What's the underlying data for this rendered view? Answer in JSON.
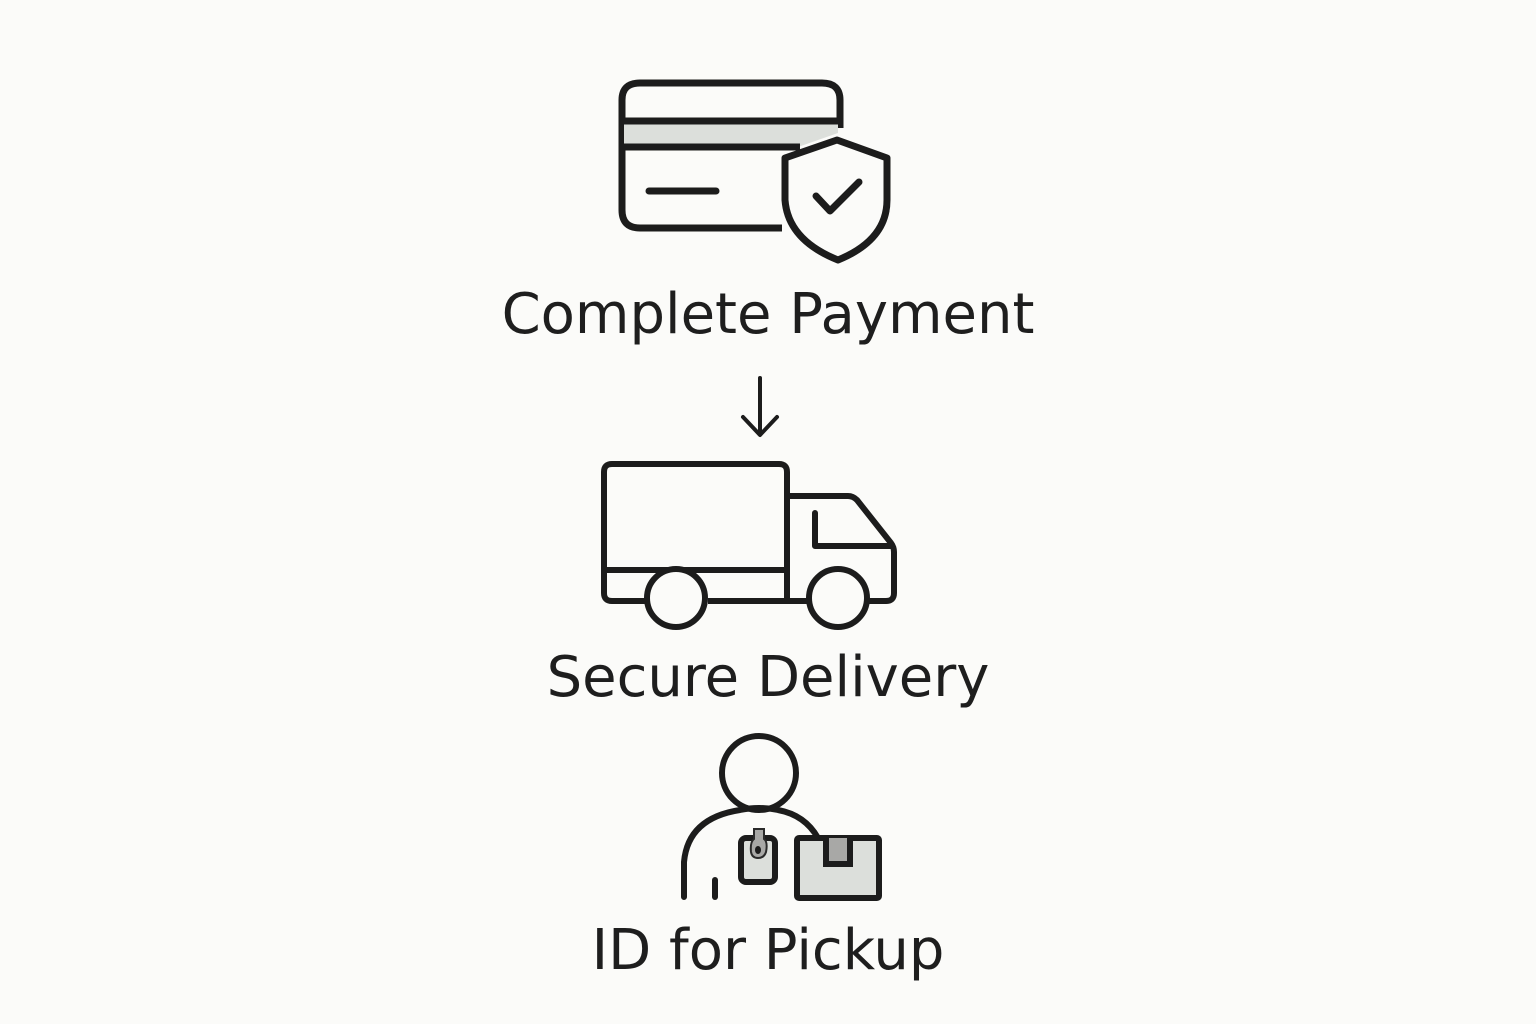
{
  "flow": {
    "steps": [
      {
        "label": "Complete Payment",
        "icon": "credit-card-shield-check-icon"
      },
      {
        "label": "Secure Delivery",
        "icon": "delivery-truck-icon"
      },
      {
        "label": "ID for Pickup",
        "icon": "person-id-badge-package-icon"
      }
    ],
    "connector": {
      "icon": "arrow-down-icon"
    }
  },
  "colors": {
    "background": "#fbfbf9",
    "stroke": "#1c1c1c",
    "fill_light": "#dcdfdb",
    "fill_mid": "#a8a8a6"
  }
}
